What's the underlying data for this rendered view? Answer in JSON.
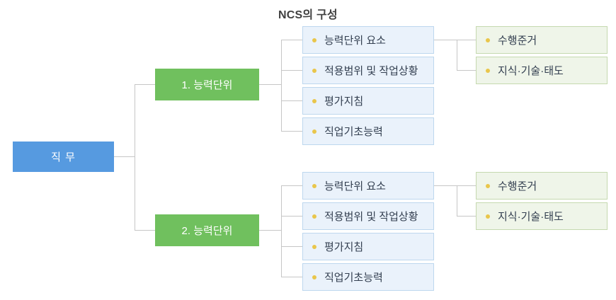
{
  "title": "NCS의 구성",
  "root": {
    "label": "직 무"
  },
  "units": [
    {
      "label": "1. 능력단위",
      "details": [
        "능력단위 요소",
        "적용범위 및 작업상황",
        "평가지침",
        "직업기초능력"
      ],
      "subs": [
        "수행준거",
        "지식·기술·태도"
      ]
    },
    {
      "label": "2. 능력단위",
      "details": [
        "능력단위 요소",
        "적용범위 및 작업상황",
        "평가지침",
        "직업기초능력"
      ],
      "subs": [
        "수행준거",
        "지식·기술·태도"
      ]
    }
  ],
  "colors": {
    "root_fill": "#569ae0",
    "unit_fill": "#70c05e",
    "detail_fill": "#eaf2fb",
    "detail_border": "#bdd7ee",
    "sub_fill": "#eff5e9",
    "sub_border": "#c5d9af",
    "bullet": "#e9c64b",
    "connector_line": "#c6c6c6",
    "box_text": "#333f50",
    "title_text": "#404040",
    "node_text": "#ffffff"
  }
}
